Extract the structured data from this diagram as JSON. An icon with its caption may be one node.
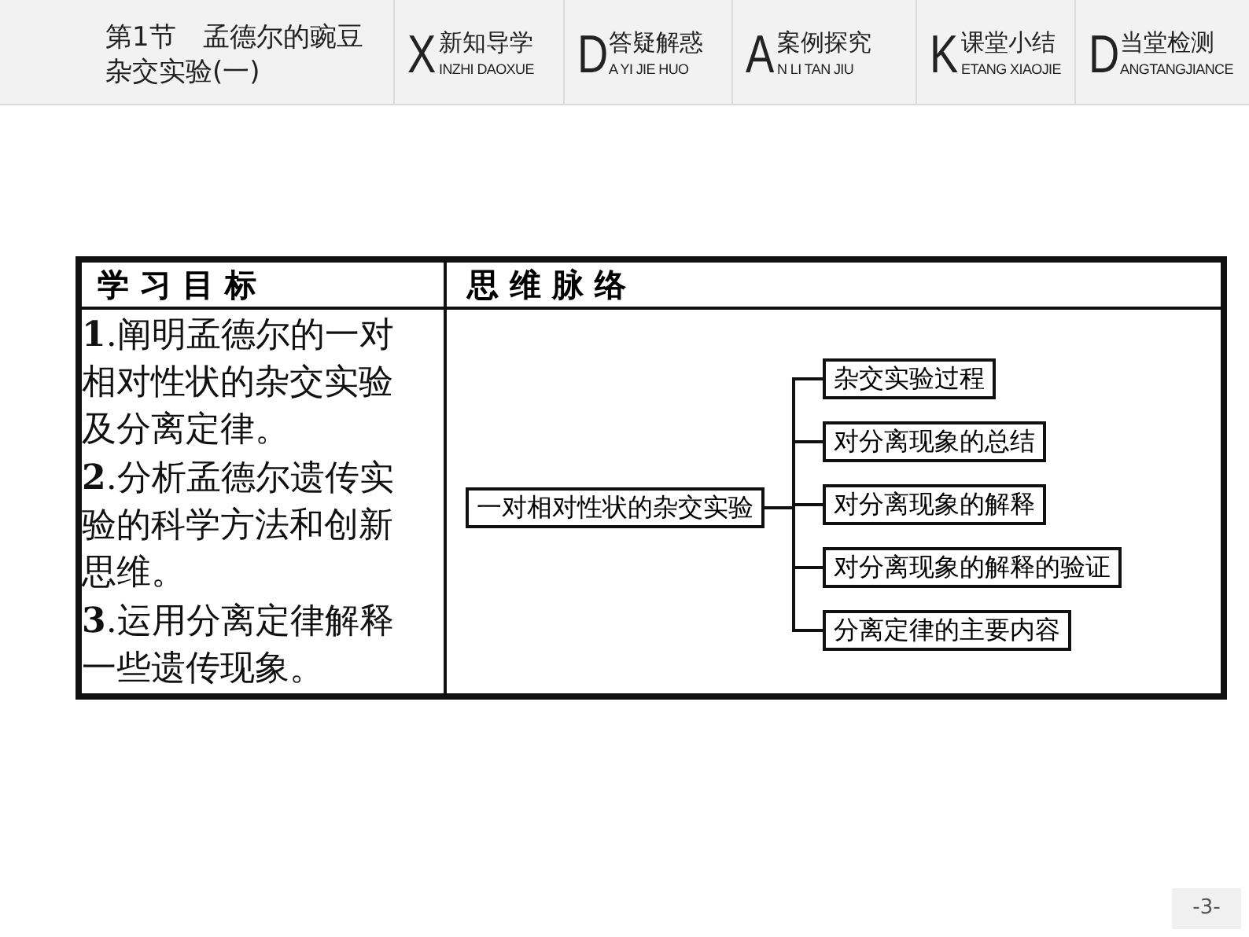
{
  "diagram": {
    "title": "第1节　孟德尔的豌豆杂交实验(一)",
    "nodes": [
      {
        "text": [
          "一对相对性状的杂交实验"
        ]
      },
      {
        "text": [
          "杂交实验过程"
        ]
      },
      {
        "text": [
          "对分离现象的总结"
        ]
      },
      {
        "text": [
          "对分离现象的解释"
        ]
      },
      {
        "text": [
          "对分离现象的解释的验证"
        ]
      },
      {
        "text": [
          "分离定律的主要内容"
        ]
      }
    ],
    "edges": [
      {
        "from": 0,
        "to": 1,
        "arrow": "none"
      },
      {
        "from": 0,
        "to": 2,
        "arrow": "none"
      },
      {
        "from": 0,
        "to": 3,
        "arrow": "none"
      },
      {
        "from": 0,
        "to": 4,
        "arrow": "none"
      },
      {
        "from": 0,
        "to": 5,
        "arrow": "none"
      }
    ],
    "labels": [
      "X",
      "新知导学",
      "INZHI DAOXUE",
      "D",
      "答疑解惑",
      "A YI JIE HUO",
      "A",
      "案例探究",
      "N LI TAN JIU",
      "K",
      "课堂小结",
      "ETANG XIAOJIE",
      "D",
      "当堂检测",
      "ANGTANGJIANCE",
      "学 习 目 标",
      "思 维 脉 络",
      "**1**.阐明孟德尔的一对相对性状的杂交实验及分离定律。",
      "**2**.分析孟德尔遗传实验的科学方法和创新思维。",
      "**3**.运用分离定律解释一些遗传现象。",
      "-3-"
    ]
  }
}
